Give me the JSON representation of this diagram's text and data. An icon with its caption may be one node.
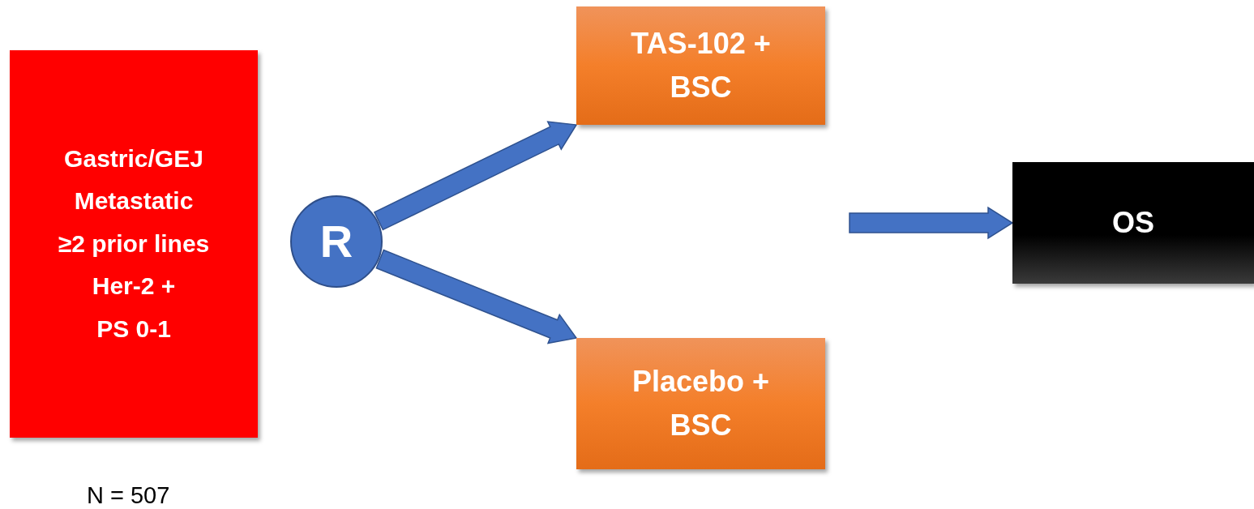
{
  "diagram": {
    "nodes": [
      {
        "text": [
          "Gastric/GEJ",
          "Metastatic",
          "≥2 prior lines",
          "Her-2 +",
          "PS 0-1"
        ],
        "beside": [
          "N = 507"
        ]
      },
      {
        "text": [
          "R"
        ]
      },
      {
        "text": [
          "TAS-102 + BSC"
        ]
      },
      {
        "text": [
          "Placebo + BSC"
        ]
      },
      {
        "text": [
          "OS"
        ]
      }
    ],
    "edges": [
      {
        "from": 1,
        "to": 2,
        "arrow": "to"
      },
      {
        "from": 1,
        "to": 3,
        "arrow": "to"
      },
      {
        "from": null,
        "to": 4,
        "arrow": "to"
      }
    ]
  }
}
